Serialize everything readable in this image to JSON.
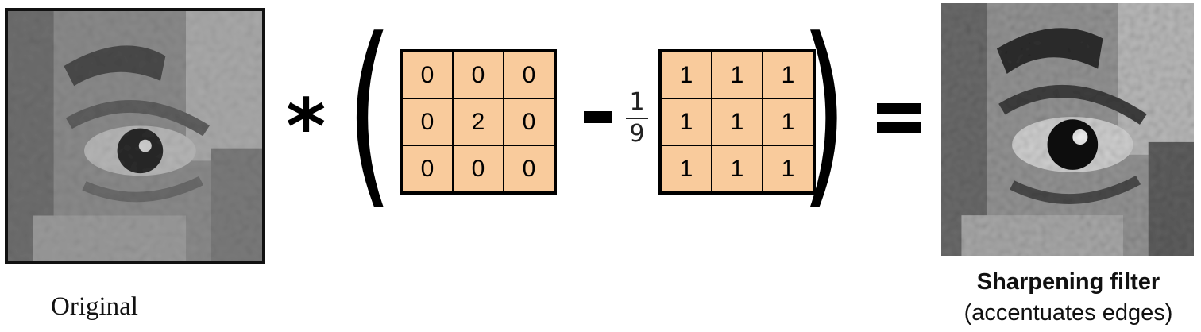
{
  "images": {
    "original_caption": "Original",
    "result_caption_title": "Sharpening filter",
    "result_caption_subtitle": "(accentuates edges)"
  },
  "operators": {
    "convolution": "*",
    "open_paren": "(",
    "close_paren": ")"
  },
  "fraction": {
    "numerator": "1",
    "denominator": "9"
  },
  "kernels": {
    "identity_times_two": [
      [
        "0",
        "0",
        "0"
      ],
      [
        "0",
        "2",
        "0"
      ],
      [
        "0",
        "0",
        "0"
      ]
    ],
    "box": [
      [
        "1",
        "1",
        "1"
      ],
      [
        "1",
        "1",
        "1"
      ],
      [
        "1",
        "1",
        "1"
      ]
    ]
  },
  "colors": {
    "kernel_fill": "#f9cb9c",
    "frame": "#000000"
  }
}
